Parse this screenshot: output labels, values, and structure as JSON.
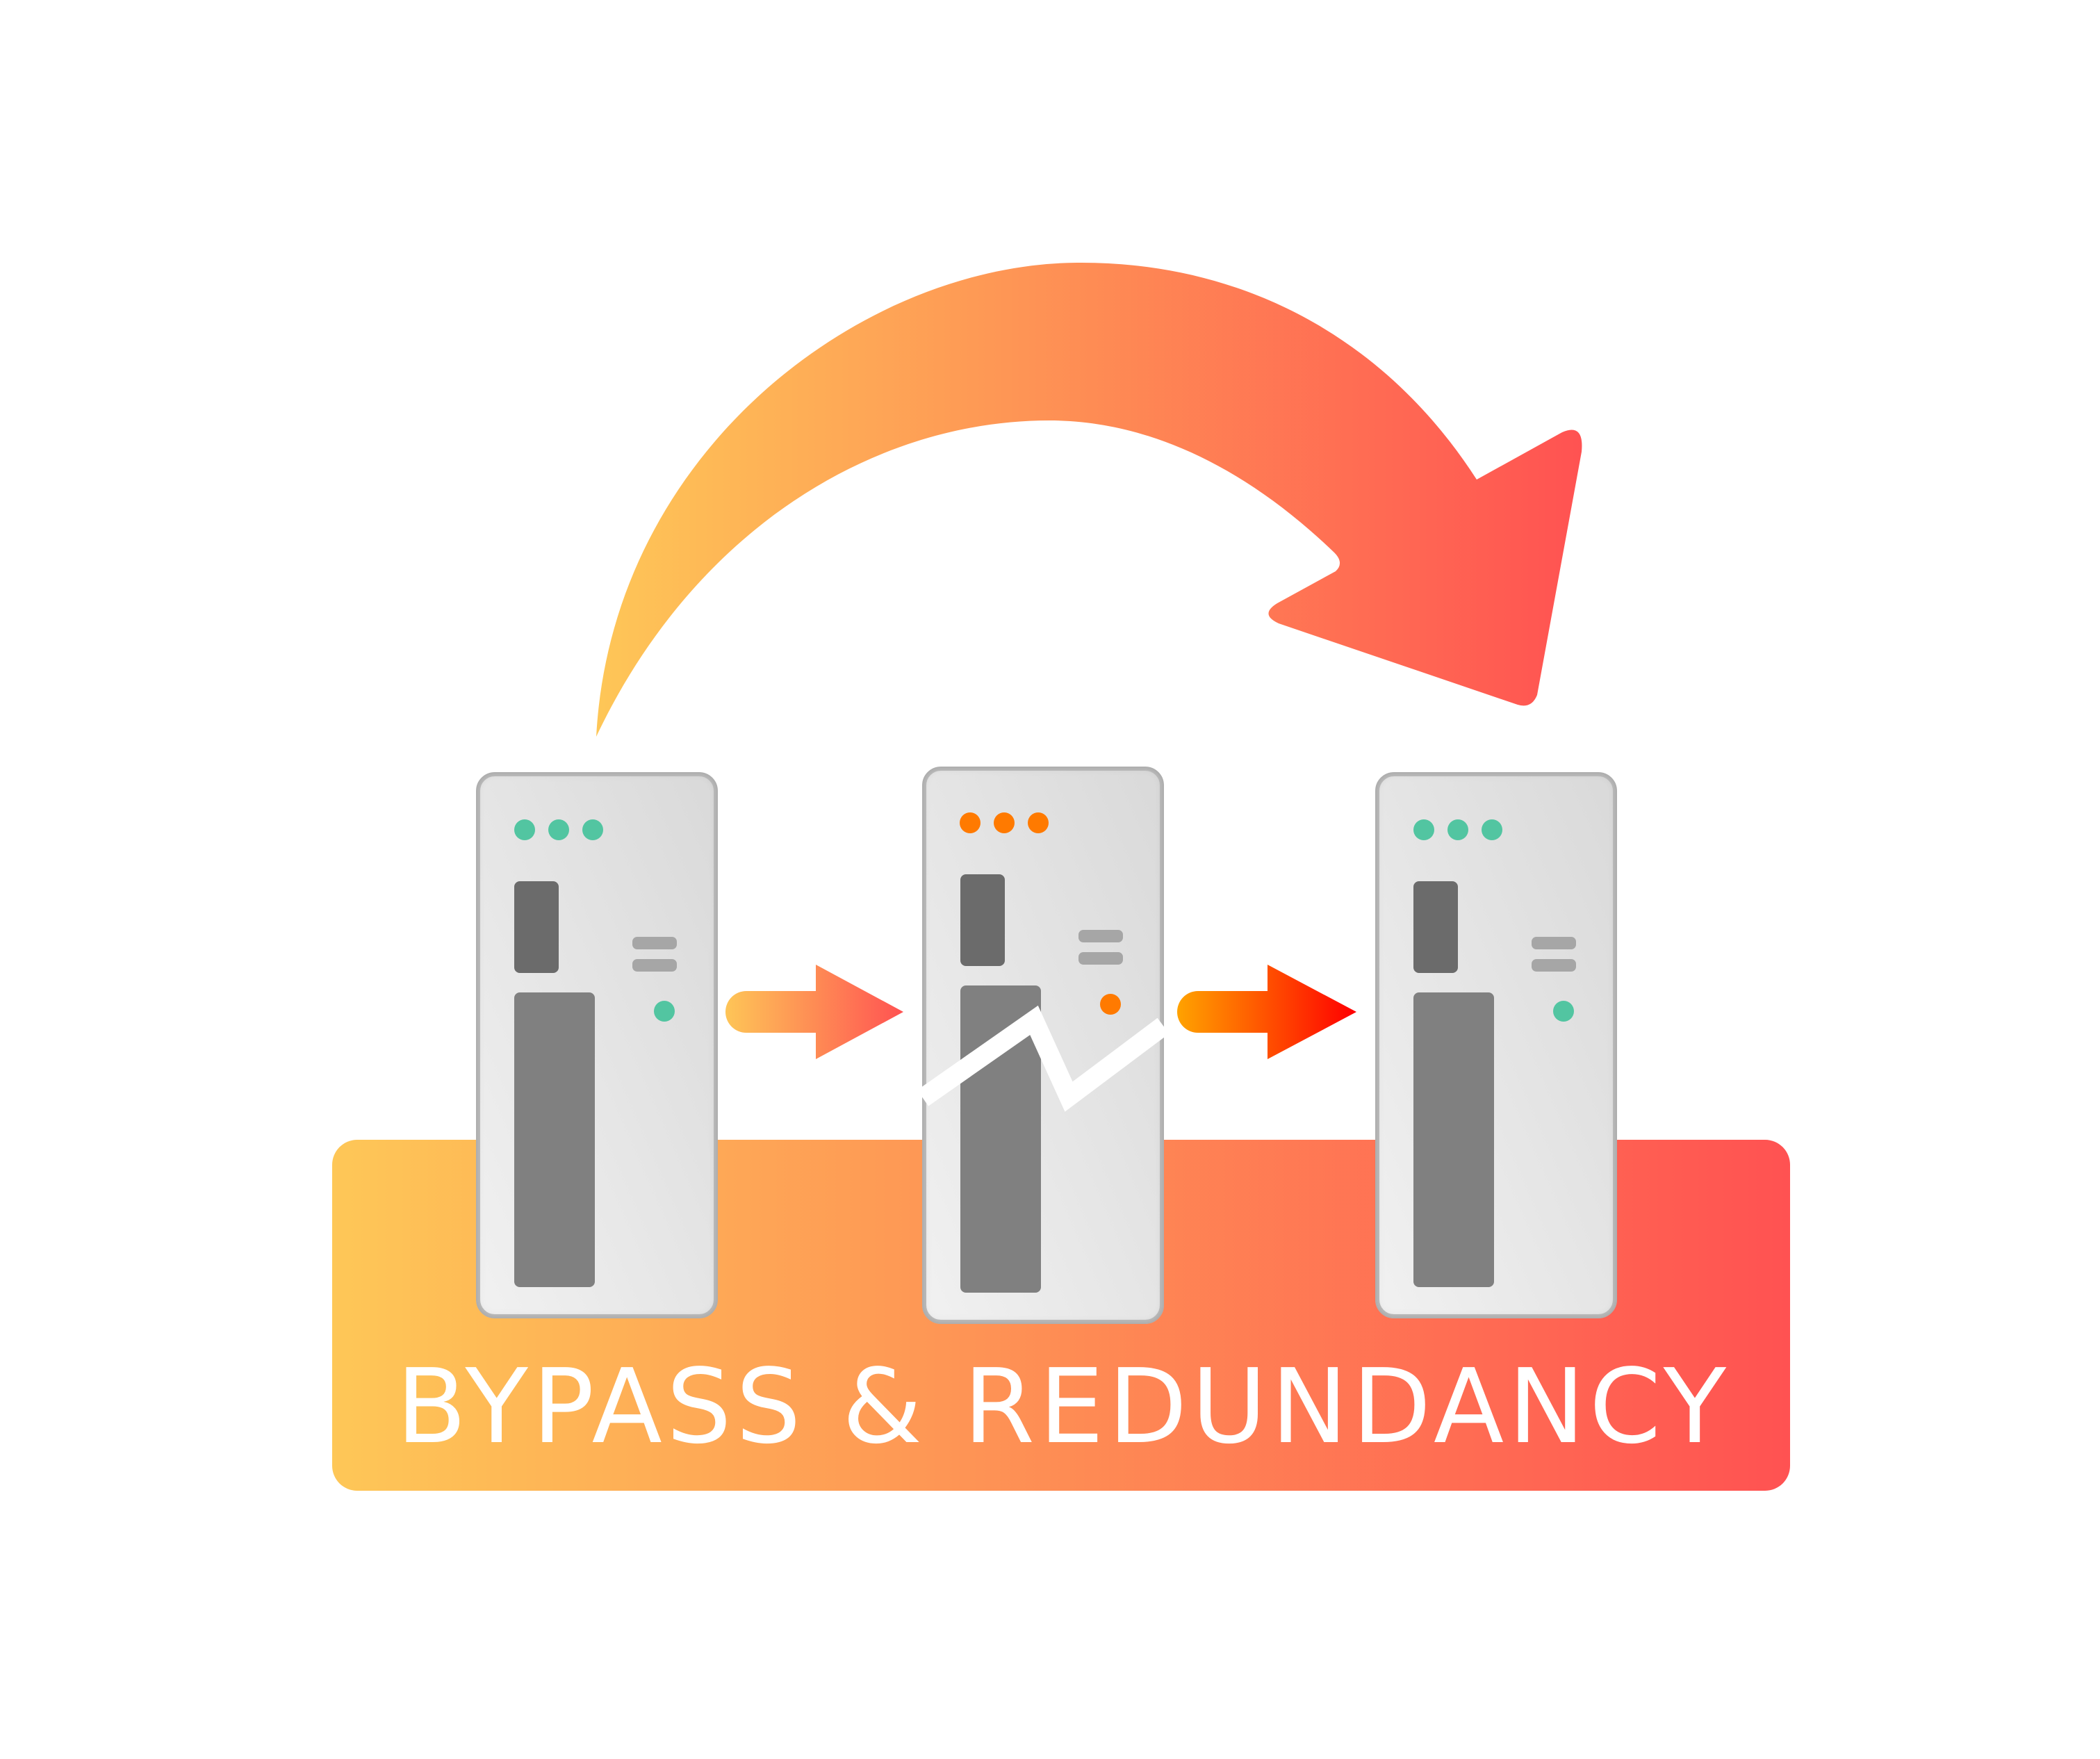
{
  "banner": {
    "label": "BYPASS & REDUNDANCY",
    "gradient_start": "#FEC757",
    "gradient_end": "#FF5252"
  },
  "bypass_arrow": {
    "gradient_start": "#FEC757",
    "gradient_end": "#FF5252"
  },
  "flow_arrows": [
    {
      "gradient_start": "#FEC757",
      "gradient_end": "#FF5252"
    },
    {
      "gradient_start": "#FFA500",
      "gradient_end": "#FF0000"
    }
  ],
  "servers": [
    {
      "status": "ok",
      "led_color": "#52C5A1",
      "broken": false
    },
    {
      "status": "failed",
      "led_color": "#FF7A00",
      "broken": true
    },
    {
      "status": "ok",
      "led_color": "#52C5A1",
      "broken": false
    }
  ],
  "icons": {
    "server": "server-rack-icon",
    "arrow": "arrow-right-icon",
    "curved_arrow": "curved-bypass-arrow-icon",
    "break": "crack-icon"
  }
}
